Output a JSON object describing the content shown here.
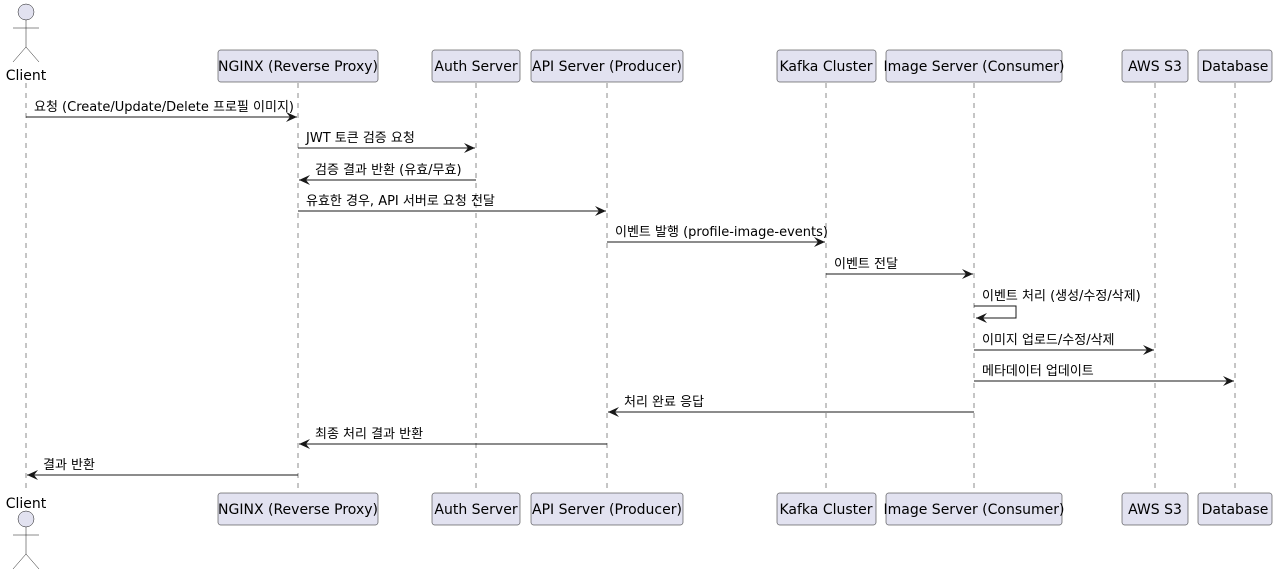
{
  "diagram": {
    "type": "sequence",
    "participants": [
      {
        "id": "client",
        "label": "Client",
        "kind": "actor"
      },
      {
        "id": "nginx",
        "label": "NGINX (Reverse Proxy)",
        "kind": "box"
      },
      {
        "id": "auth",
        "label": "Auth Server",
        "kind": "box"
      },
      {
        "id": "api",
        "label": "API Server (Producer)",
        "kind": "box"
      },
      {
        "id": "kafka",
        "label": "Kafka Cluster",
        "kind": "box"
      },
      {
        "id": "image",
        "label": "Image Server (Consumer)",
        "kind": "box"
      },
      {
        "id": "s3",
        "label": "AWS S3",
        "kind": "box"
      },
      {
        "id": "db",
        "label": "Database",
        "kind": "box"
      }
    ],
    "messages": [
      {
        "from": "client",
        "to": "nginx",
        "label": "요청 (Create/Update/Delete 프로필 이미지)"
      },
      {
        "from": "nginx",
        "to": "auth",
        "label": "JWT 토큰 검증 요청"
      },
      {
        "from": "auth",
        "to": "nginx",
        "label": "검증 결과 반환 (유효/무효)"
      },
      {
        "from": "nginx",
        "to": "api",
        "label": "유효한 경우, API 서버로 요청 전달"
      },
      {
        "from": "api",
        "to": "kafka",
        "label": "이벤트 발행 (profile-image-events)"
      },
      {
        "from": "kafka",
        "to": "image",
        "label": "이벤트 전달"
      },
      {
        "from": "image",
        "to": "image",
        "label": "이벤트 처리 (생성/수정/삭제)"
      },
      {
        "from": "image",
        "to": "s3",
        "label": "이미지 업로드/수정/삭제"
      },
      {
        "from": "image",
        "to": "db",
        "label": "메타데이터 업데이트"
      },
      {
        "from": "image",
        "to": "api",
        "label": "처리 완료 응답"
      },
      {
        "from": "api",
        "to": "nginx",
        "label": "최종 처리 결과 반환"
      },
      {
        "from": "nginx",
        "to": "client",
        "label": "결과 반환"
      }
    ]
  }
}
